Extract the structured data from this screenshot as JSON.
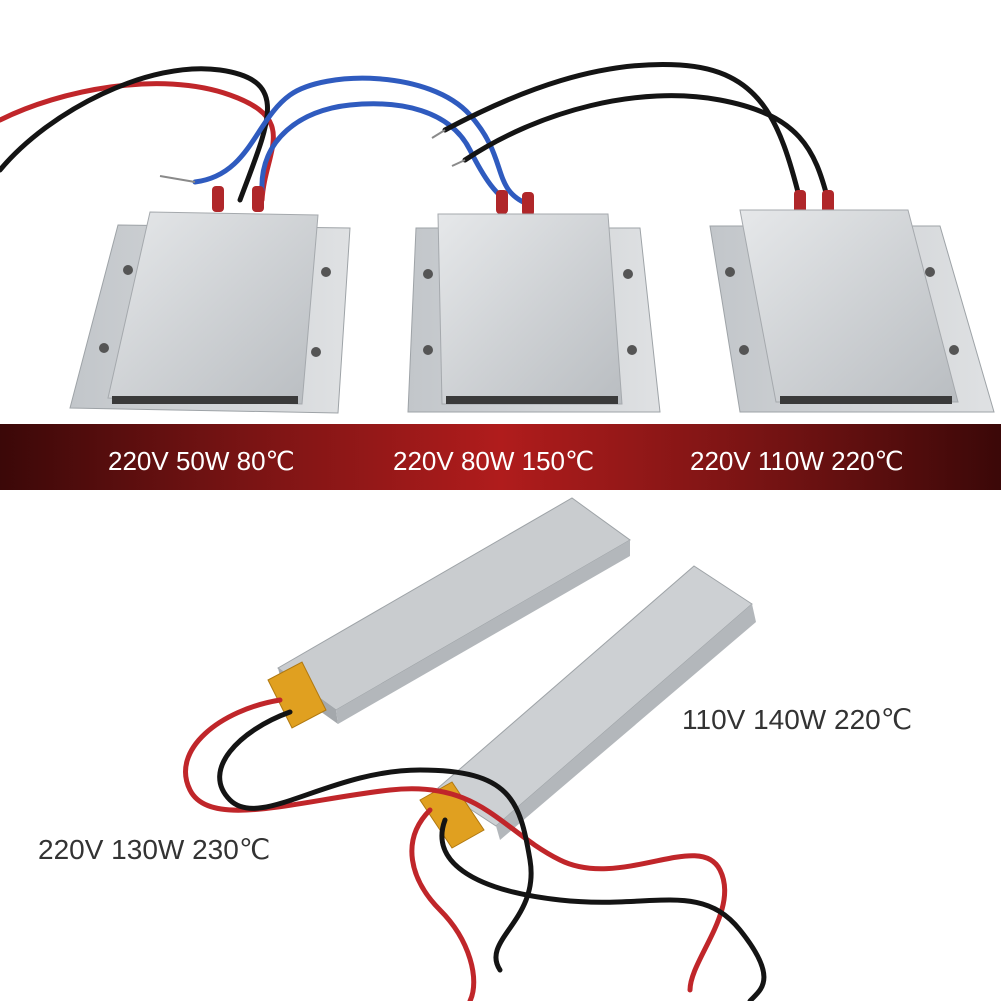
{
  "banner": {
    "labels": [
      "220V 50W 80℃",
      "220V 80W 150℃",
      "220V 110W 220℃"
    ]
  },
  "bottom_labels": {
    "right": "110V 140W 220℃",
    "left": "220V 130W 230℃"
  },
  "colors": {
    "banner_dark": "#3b0808",
    "banner_mid": "#b01c1c",
    "aluminum": "#d4d7da",
    "wire_red": "#c0262a",
    "wire_black": "#141414",
    "wire_blue": "#2f5bbf",
    "kapton": "#e0a020"
  }
}
